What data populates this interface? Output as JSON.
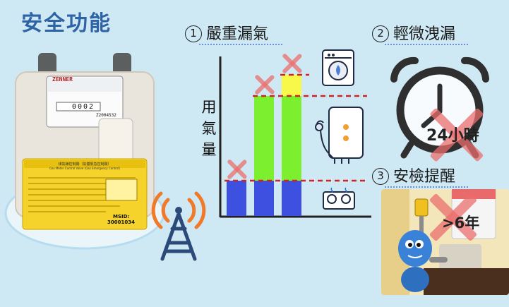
{
  "title": "安全功能",
  "sections": [
    {
      "num": "1",
      "label": "嚴重漏氣"
    },
    {
      "num": "2",
      "label": "輕微洩漏"
    },
    {
      "num": "3",
      "label": "安檢提醒"
    }
  ],
  "chart": {
    "ylabel_chars": [
      "用",
      "氣",
      "量"
    ],
    "bars": [
      {
        "segments": [
          "blue"
        ]
      },
      {
        "segments": [
          "blue",
          "green"
        ]
      },
      {
        "segments": [
          "blue",
          "green",
          "yellow"
        ]
      }
    ],
    "appliances": [
      "dryer-icon",
      "water-heater-icon",
      "gas-stove-icon"
    ]
  },
  "leak": {
    "duration_text": "24小時"
  },
  "inspection": {
    "age_text": ">6年"
  },
  "meter": {
    "brand": "ZENNER",
    "reading": "0002",
    "serial": "Z2004532",
    "valve_title": "煤氣錶控制閥（氣體緊急控制閥）",
    "valve_subtitle": "Gas Meter Control Valve (Gas Emergency Control)",
    "msid_label": "MSID:",
    "msid_value": "30001034"
  },
  "colors": {
    "blue": "#3d50e0",
    "green": "#7cf02e",
    "yellow": "#f8f84a",
    "red_line": "#d32222",
    "title": "#2e63a6"
  }
}
